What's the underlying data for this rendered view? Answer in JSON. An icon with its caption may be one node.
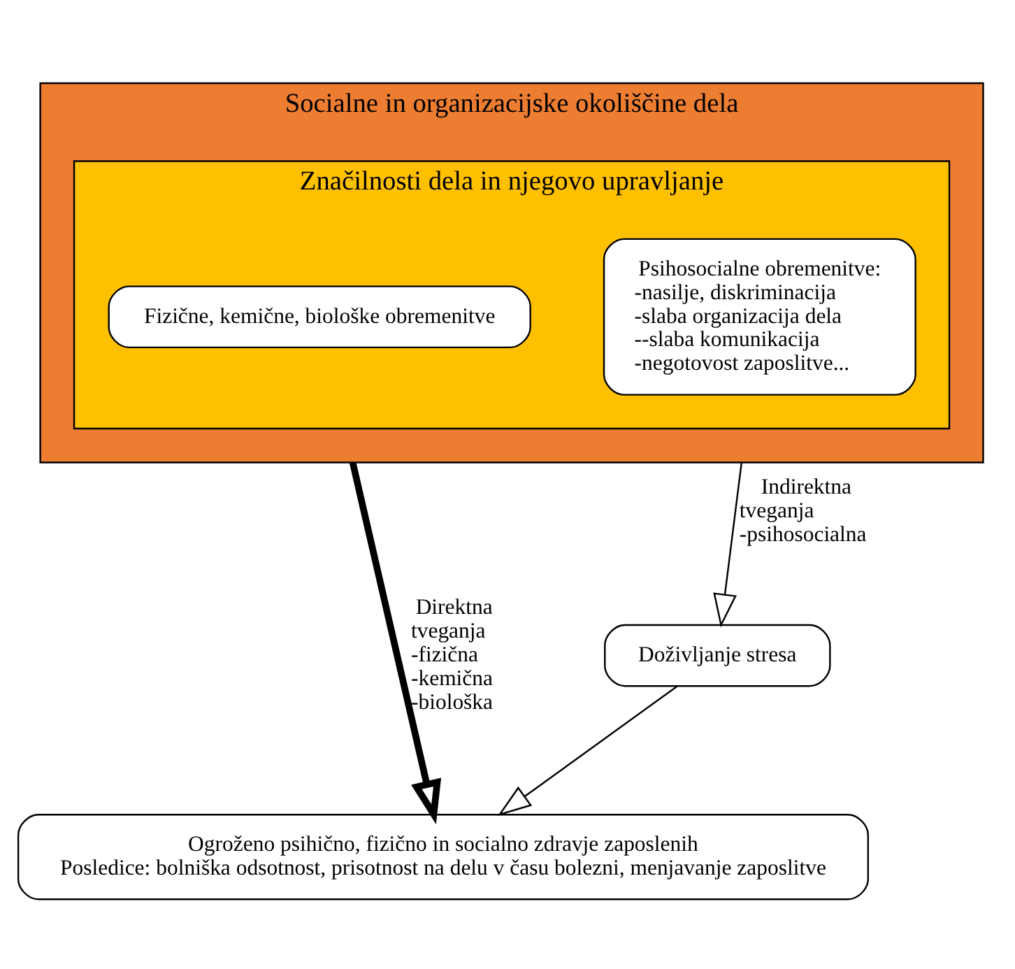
{
  "diagram": {
    "nodes": [
      {
        "text": [
          "Socialne in organizacijske okoliščine dela"
        ]
      },
      {
        "text": [
          "Značilnosti dela in njegovo upravljanje"
        ],
        "in": 0
      },
      {
        "text": [
          "Fizične, kemične, biološke obremenitve"
        ],
        "in": 1
      },
      {
        "text": [
          "Psihosocialne obremenitve:",
          "-nasilje, diskriminacija",
          "-slaba organizacija dela",
          "--slaba komunikacija",
          "-negotovost zaposlitve..."
        ],
        "in": 1
      },
      {
        "text": [
          "Doživljanje stresa"
        ]
      },
      {
        "text": [
          "Ogroženo psihično, fizično in socialno zdravje zaposlenih",
          "Posledice: bolniška odsotnost, prisotnost na delu v času bolezni, menjavanje zaposlitve"
        ]
      }
    ],
    "edges": [
      {
        "from": 0,
        "to": 5,
        "arrow": "to",
        "label": "Direktna tveganja -fizična -kemična -biološka",
        "style": "thick"
      },
      {
        "from": 0,
        "to": 4,
        "arrow": "to",
        "label": "Indirektna tveganja -psihosocialna"
      },
      {
        "from": 4,
        "to": 5,
        "arrow": "to"
      }
    ]
  }
}
